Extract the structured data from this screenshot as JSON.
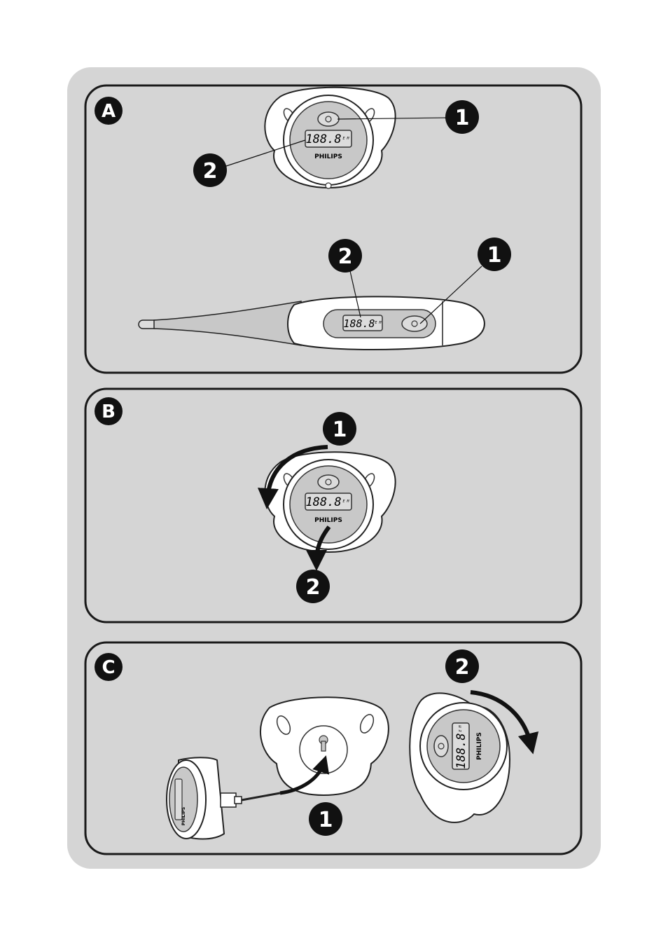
{
  "colors": {
    "outer_background": "#d5d5d5",
    "panel_border": "#1a1a1a",
    "badge_fill": "#111111",
    "device_body": "#ffffff",
    "device_face": "#c8c8c8",
    "lcd": "#dcdcdc"
  },
  "panels": [
    {
      "letter": "A",
      "callouts": [
        "1",
        "2",
        "2",
        "1"
      ],
      "pacifier": {
        "lcd": "188.8",
        "lcd_units": "E M",
        "brand": "PHILIPS"
      },
      "stick": {
        "lcd": "188.8",
        "lcd_units": "E M"
      }
    },
    {
      "letter": "B",
      "callouts": [
        "1",
        "2"
      ],
      "pacifier": {
        "lcd": "188.8",
        "lcd_units": "E M",
        "brand": "PHILIPS"
      }
    },
    {
      "letter": "C",
      "callouts": [
        "2",
        "1"
      ],
      "module": {
        "brand": "PHILIPS"
      },
      "pacifier": {
        "lcd": "188.8",
        "lcd_units": "E M",
        "brand": "PHILIPS"
      }
    }
  ]
}
